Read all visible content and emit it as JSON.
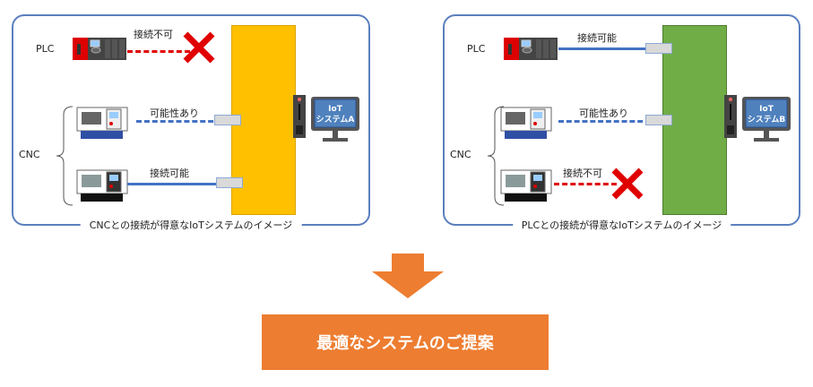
{
  "panels": [
    {
      "id": "system-a",
      "caption": "CNCとの接続が得意なIoTシステムのイメージ",
      "bus_color": "#ffc000",
      "system_label_line1": "IoT",
      "system_label_line2": "システムA",
      "plc_label": "PLC",
      "cnc_label": "CNC",
      "connections": {
        "plc": {
          "label": "接続不可",
          "status": "not-connectable"
        },
        "cnc1": {
          "label": "可能性あり",
          "status": "possible"
        },
        "cnc2": {
          "label": "接続可能",
          "status": "connectable"
        }
      }
    },
    {
      "id": "system-b",
      "caption": "PLCとの接続が得意なIoTシステムのイメージ",
      "bus_color": "#70ad47",
      "system_label_line1": "IoT",
      "system_label_line2": "システムB",
      "plc_label": "PLC",
      "cnc_label": "CNC",
      "connections": {
        "plc": {
          "label": "接続可能",
          "status": "connectable"
        },
        "cnc1": {
          "label": "可能性あり",
          "status": "possible"
        },
        "cnc2": {
          "label": "接続不可",
          "status": "not-connectable"
        }
      }
    }
  ],
  "proposal": {
    "label": "最適なシステムのご提案",
    "color": "#ed7d31"
  },
  "colors": {
    "connectable": "#4472c4",
    "not_connectable": "#e00000",
    "border": "#5b7fbf"
  }
}
